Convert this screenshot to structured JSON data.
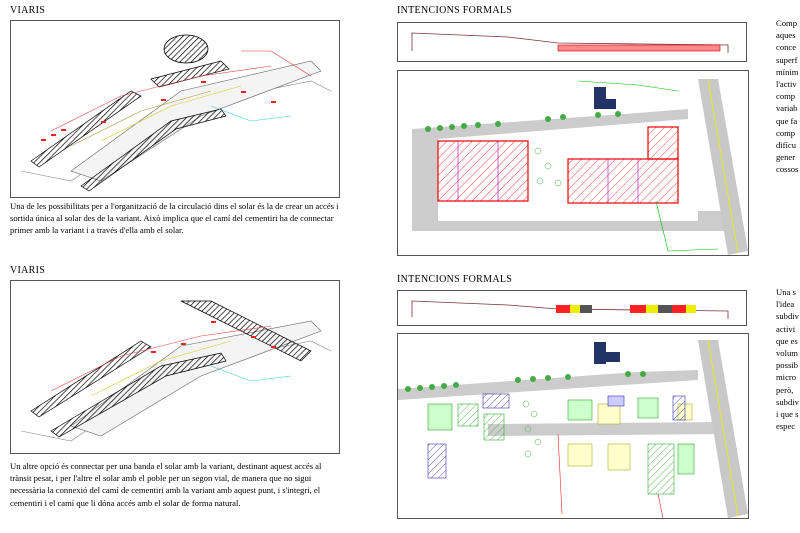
{
  "sections": {
    "viaris_top": {
      "title": "VIARIS",
      "caption": "Una de les possibilitats per a l'organització de la circulació dins el solar és la de crear un accés i sortida única al solar des de la variant. Això implica que el camí del cementiri ha de connectar primer amb la variant i a través d'ella amb el solar."
    },
    "viaris_bottom": {
      "title": "VIARIS",
      "caption": "Un altre opció és connectar per una banda el solar amb la variant, destinant aquest accés al trànsit pesat, i per l'altre el solar amb el poble per un segon vial, de manera que no sigui necessària la connexió del camí de cementiri amb la variant amb aquest punt, i s'integri, el cementiri i el camí que li dóna accés amb el solar de forma natural."
    },
    "intencions_top": {
      "title": "INTENCIONS FORMALS",
      "side_text": "Comp\naques\nconce\nsuperf\nmínim\nl'activ\ncomp\nvariab\nque fa\ncomp\ndifícu\ngener\ncossos"
    },
    "intencions_bottom": {
      "title": "INTENCIONS FORMALS",
      "side_text": "Una s\nl'idea\nsubdiv\nactivi\nque es\nvolum\npossib\nmicro\nperò,\nsubdiv\ni que s\nespec"
    }
  }
}
